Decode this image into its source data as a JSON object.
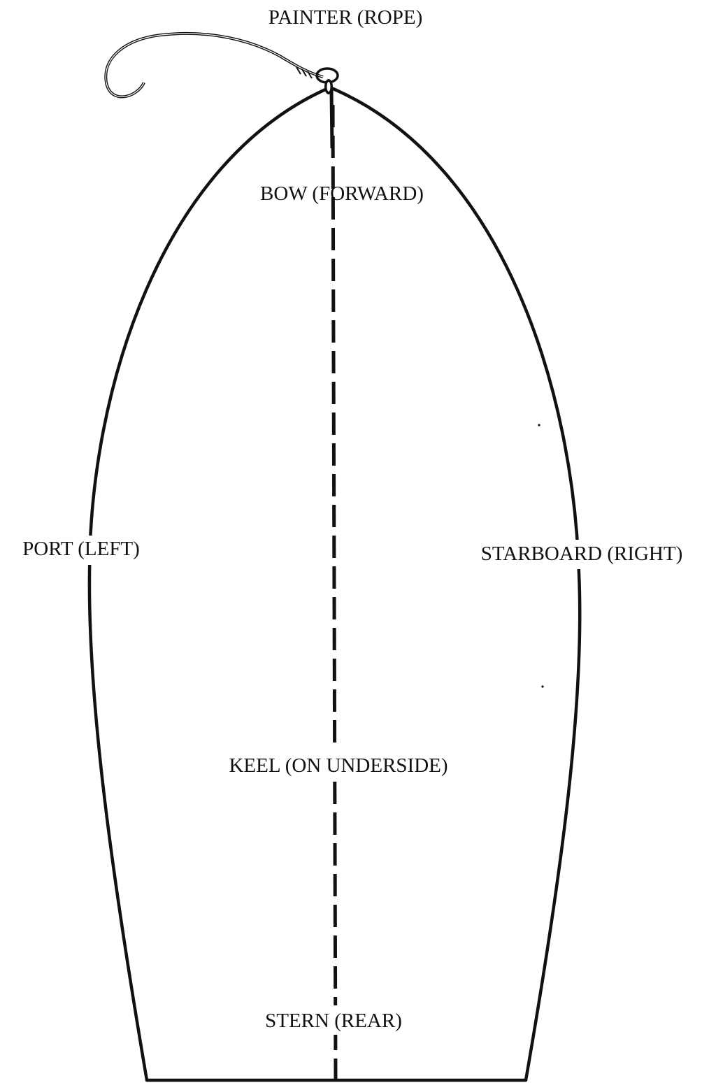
{
  "diagram": {
    "labels": {
      "painter": "PAINTER (ROPE)",
      "bow": "BOW (FORWARD)",
      "port": "PORT (LEFT)",
      "starboard": "STARBOARD (RIGHT)",
      "keel": "KEEL (ON UNDERSIDE)",
      "stern": "STERN (REAR)"
    },
    "colors": {
      "ink": "#111111",
      "background": "#ffffff"
    }
  }
}
